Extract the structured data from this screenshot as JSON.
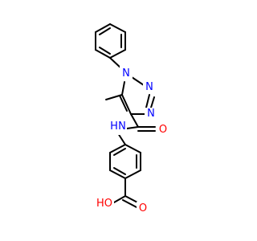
{
  "molecule": {
    "atoms": {
      "n1": {
        "text": "N",
        "color": "#0000ff"
      },
      "n2": {
        "text": "N",
        "color": "#0000ff"
      },
      "n3": {
        "text": "N",
        "color": "#0000ff"
      },
      "o_amide": {
        "text": "O",
        "color": "#ff0000"
      },
      "nh": {
        "text": "H",
        "subtext": "N",
        "color": "#0000ff"
      },
      "oh": {
        "text": "HO",
        "color": "#ff0000"
      },
      "o_acid": {
        "text": "O",
        "color": "#ff0000"
      }
    },
    "bond_color": "#000000"
  }
}
